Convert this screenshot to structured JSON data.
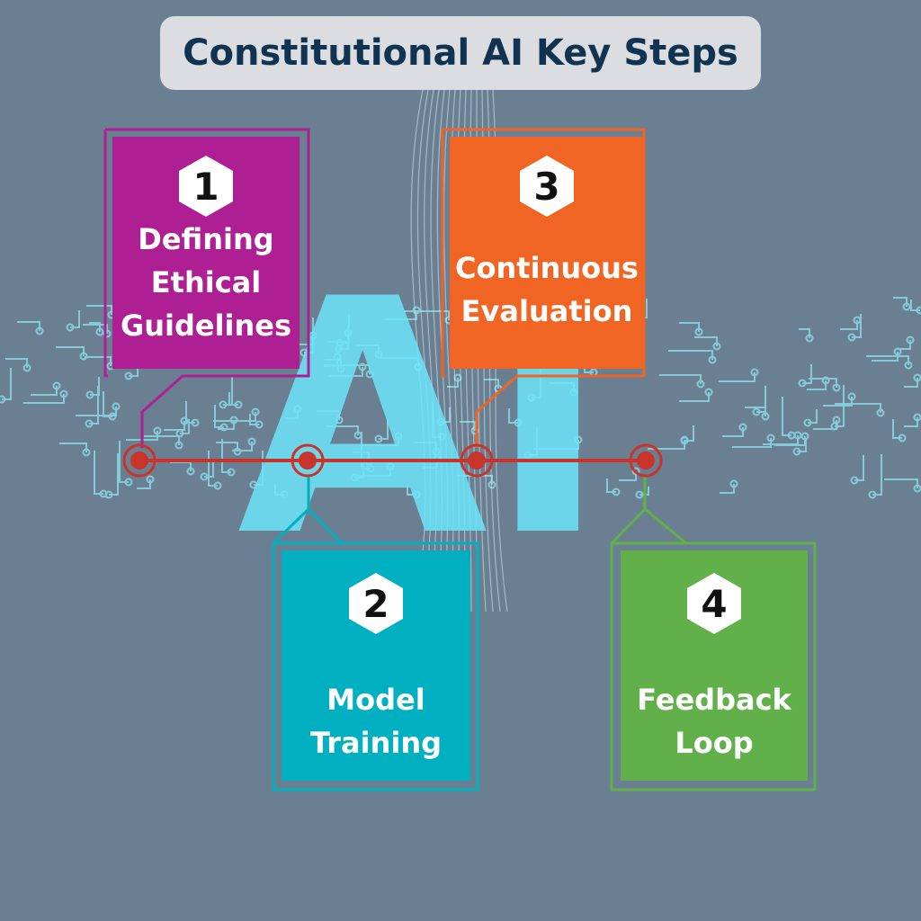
{
  "title": "Constitutional AI Key Steps",
  "background_text": "AI",
  "colors": {
    "background": "#6b7f92",
    "title_bg": "#dcdde0",
    "title_text": "#0f3350",
    "timeline": "#c8332a",
    "circuit": "#8fe4f0"
  },
  "steps": [
    {
      "number": "1",
      "label": "Defining Ethical Guidelines",
      "color": "#ad1f93"
    },
    {
      "number": "2",
      "label": "Model Training",
      "color": "#00b0c0"
    },
    {
      "number": "3",
      "label": "Continuous Evaluation",
      "color": "#f06524"
    },
    {
      "number": "4",
      "label": "Feedback Loop",
      "color": "#62b04a"
    }
  ]
}
